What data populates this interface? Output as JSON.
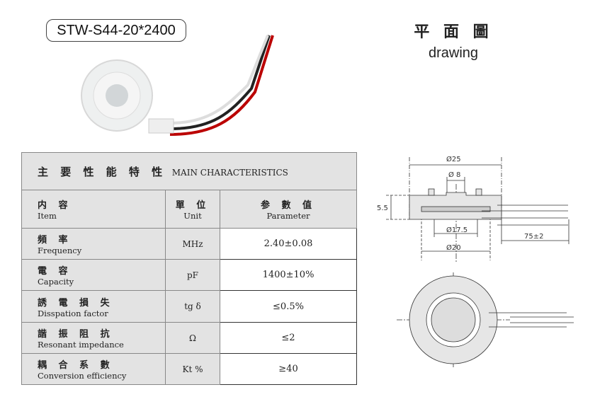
{
  "model": "STW-S44-20*2400",
  "drawing_title": {
    "cn": "平 面 圖",
    "en": "drawing"
  },
  "table": {
    "title_cn": "主 要 性 能 特 性",
    "title_en": "MAIN CHARACTERISTICS",
    "headers": [
      {
        "cn": "内 容",
        "en": "Item"
      },
      {
        "cn": "單 位",
        "en": "Unit"
      },
      {
        "cn": "参 數 值",
        "en": "Parameter"
      }
    ],
    "rows": [
      {
        "cn": "頻 率",
        "en": "Frequency",
        "unit": "MHz",
        "value": "2.40±0.08"
      },
      {
        "cn": "電 容",
        "en": "Capacity",
        "unit": "pF",
        "value": "1400±10%"
      },
      {
        "cn": "誘 電 損 失",
        "en": "Disspation factor",
        "unit": "tg δ",
        "value": "≤0.5%"
      },
      {
        "cn": "諧 振 阻 抗",
        "en": "Resonant impedance",
        "unit": "Ω",
        "value": "≤2"
      },
      {
        "cn": "耦 合 系 數",
        "en": "Conversion efficiency",
        "unit": "Kt %",
        "value": "≥40"
      }
    ]
  },
  "dims": {
    "d25": "Ø25",
    "d8": "Ø 8",
    "h55": "5.5",
    "d175": "Ø17.5",
    "d20": "Ø20",
    "lead": "75±2"
  }
}
